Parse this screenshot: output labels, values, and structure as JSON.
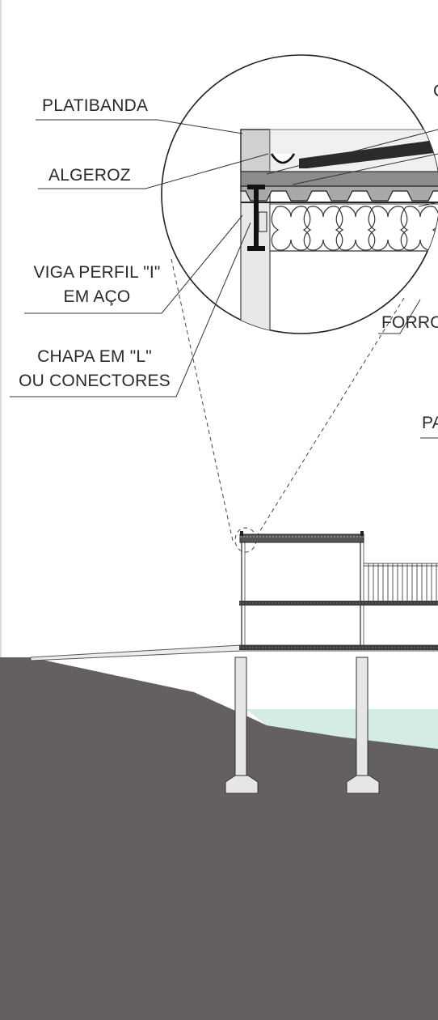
{
  "labels": {
    "platibanda": "PLATIBANDA",
    "algeroz": "ALGEROZ",
    "viga_line1": "VIGA PERFIL \"I\"",
    "viga_line2": "EM AÇO",
    "chapa_line1": "CHAPA EM \"L\"",
    "chapa_line2": "OU CONECTORES",
    "forro": "FORRO",
    "pa": "PA",
    "top_glyph": "C"
  },
  "colors": {
    "ground": "#645f61",
    "water": "#d4ebe6",
    "pillar": "#e6e6e6",
    "slab": "#3c3c3c",
    "line": "#333333"
  }
}
